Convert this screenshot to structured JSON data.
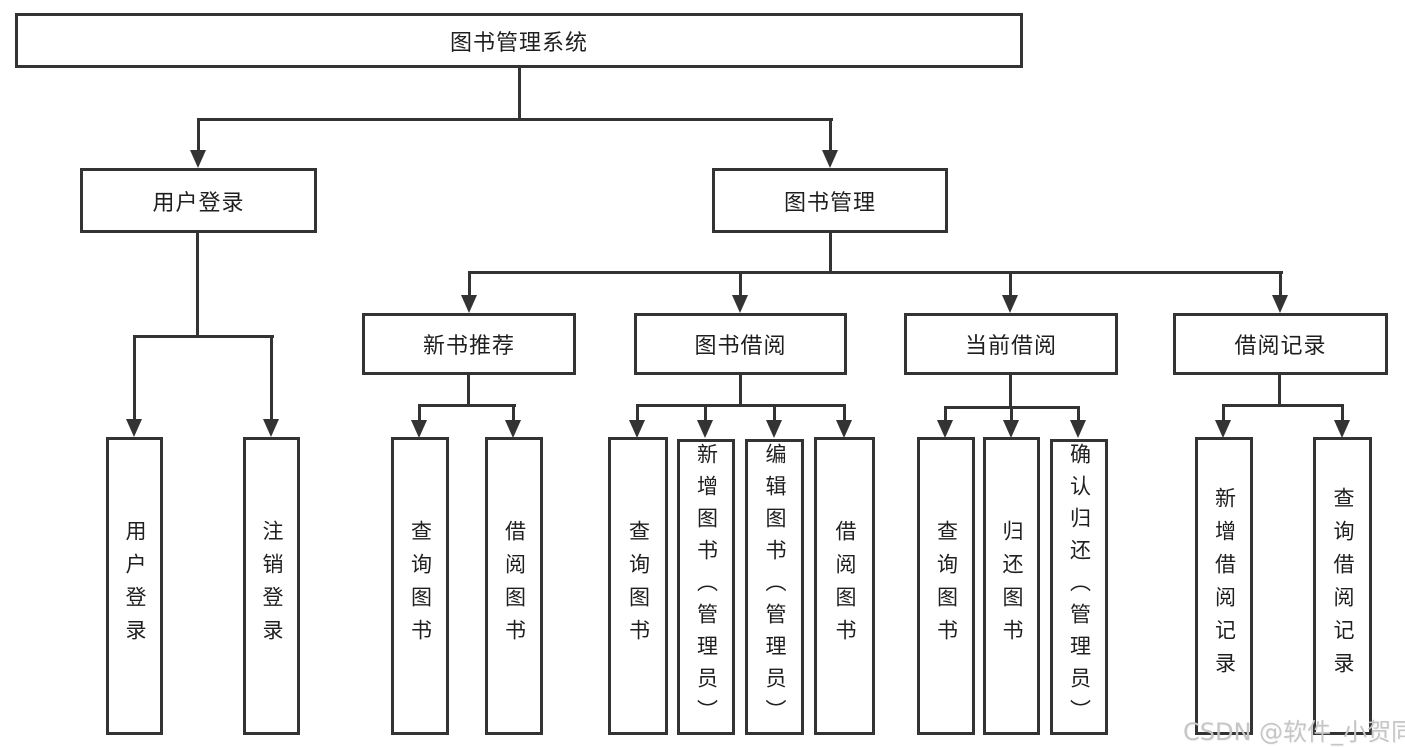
{
  "diagram": {
    "title": "图书管理系统",
    "root": {
      "label": "图书管理系统"
    },
    "branches": {
      "user_login": {
        "label": "用户登录",
        "children": [
          "用户登录",
          "注销登录"
        ]
      },
      "book_management": {
        "label": "图书管理",
        "sections": [
          {
            "label": "新书推荐",
            "children": [
              "查询图书",
              "借阅图书"
            ]
          },
          {
            "label": "图书借阅",
            "children": [
              "查询图书",
              "新增图书（管理员）",
              "编辑图书（管理员）",
              "借阅图书"
            ]
          },
          {
            "label": "当前借阅",
            "children": [
              "查询图书",
              "归还图书",
              "确认归还（管理员）"
            ]
          },
          {
            "label": "借阅记录",
            "children": [
              "新增借阅记录",
              "查询借阅记录"
            ]
          }
        ]
      }
    }
  },
  "watermark": {
    "text": "CSDN @软件_小贺同学"
  },
  "colors": {
    "line": "#333333",
    "text": "#1f1f1f",
    "background": "#ffffff",
    "watermark": "#c6c6c6"
  }
}
